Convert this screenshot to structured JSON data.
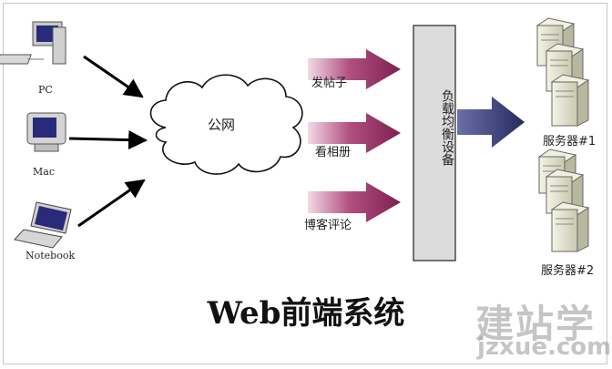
{
  "clients": {
    "pc": "PC",
    "mac": "Mac",
    "notebook": "Notebook"
  },
  "cloud_label": "公网",
  "requests": [
    "发帖子",
    "看相册",
    "博客评论"
  ],
  "load_balancer": "负载均衡设备",
  "servers": [
    "服务器#1",
    "服务器#2"
  ],
  "title": "Web前端系统",
  "watermark": {
    "brand": "建站学",
    "domain": "jzxue.com"
  },
  "colors": {
    "request_arrow": "#8a2a5c",
    "balancer_arrow": "#2f3570",
    "balancer_fill": "#dcdcdc"
  }
}
